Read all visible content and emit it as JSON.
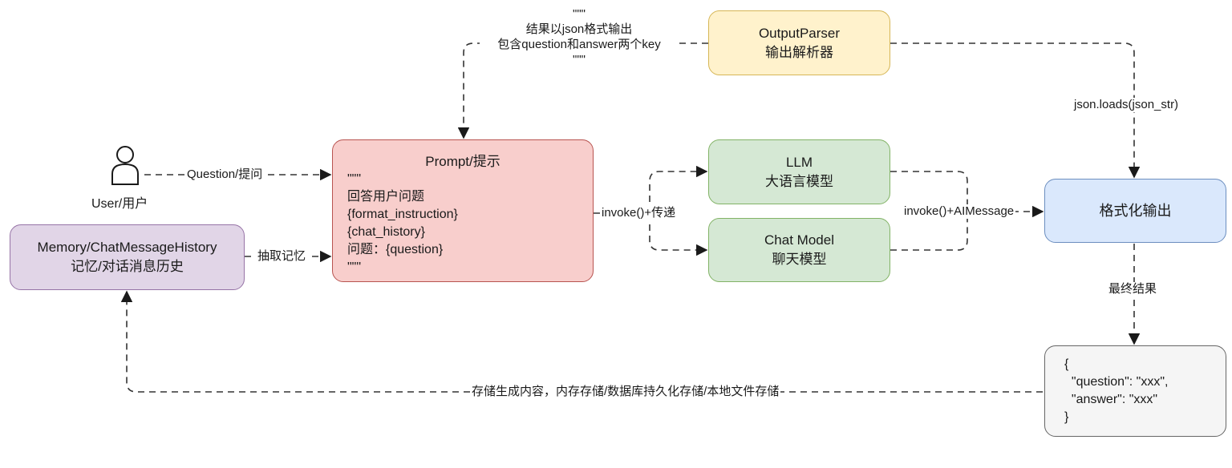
{
  "colors": {
    "output_parser_fill": "#fff2cc",
    "output_parser_stroke": "#d6b656",
    "prompt_fill": "#f8cecc",
    "prompt_stroke": "#b85450",
    "model_fill": "#d5e8d4",
    "model_stroke": "#82b366",
    "memory_fill": "#e1d5e7",
    "memory_stroke": "#9673a6",
    "format_fill": "#dae8fc",
    "format_stroke": "#6c8ebf",
    "result_fill": "#f5f5f5",
    "result_stroke": "#666666",
    "edge": "#333333"
  },
  "user": {
    "label": "User/用户",
    "icon": "user-icon"
  },
  "memory": {
    "line1": "Memory/ChatMessageHistory",
    "line2": "记忆/对话消息历史"
  },
  "prompt": {
    "title": "Prompt/提示",
    "lines": [
      "\"\"\"",
      "回答用户问题",
      "{format_instruction}",
      "{chat_history}",
      "问题：{question}",
      "\"\"\""
    ]
  },
  "output_parser": {
    "line1": "OutputParser",
    "line2": "输出解析器"
  },
  "llm": {
    "line1": "LLM",
    "line2": "大语言模型"
  },
  "chat_model": {
    "line1": "Chat Model",
    "line2": "聊天模型"
  },
  "format_output": {
    "label": "格式化输出"
  },
  "result": {
    "lines": [
      "{",
      "  \"question\": \"xxx\",",
      "  \"answer\": \"xxx\"",
      "}"
    ]
  },
  "edges": {
    "question": "Question/提问",
    "extract_memory": "抽取记忆",
    "invoke_pass": "invoke()+传递",
    "invoke_aimessage": "invoke()+AIMessage",
    "json_loads": "json.loads(json_str)",
    "final_result": "最终结果",
    "store": "存储生成内容，内存存储/数据库持久化存储/本地文件存储",
    "format_note": [
      "\"\"\"",
      "结果以json格式输出",
      "包含question和answer两个key",
      "\"\"\""
    ]
  }
}
